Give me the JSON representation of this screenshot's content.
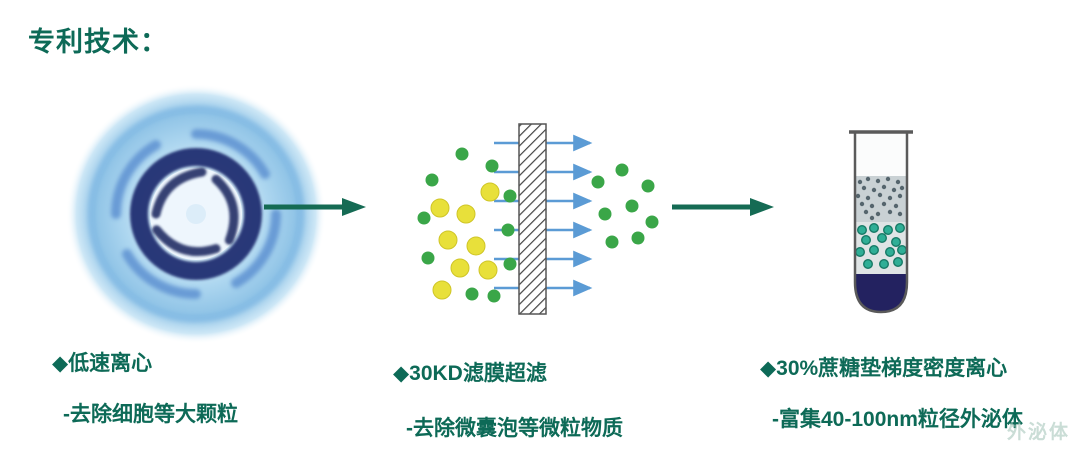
{
  "title": "专利技术：",
  "stages": [
    {
      "icon": "vortex-centrifuge-icon",
      "label": "◆低速离心",
      "sub": "-去除细胞等大颗粒"
    },
    {
      "icon": "membrane-filter-icon",
      "label": "◆30KD滤膜超滤",
      "sub": "-去除微囊泡等微粒物质"
    },
    {
      "icon": "density-gradient-tube-icon",
      "label": "◆30%蔗糖垫梯度密度离心",
      "sub": "-富集40-100nm粒径外泌体"
    }
  ],
  "flow_arrows": 2,
  "colors": {
    "text_accent": "#0d6a57",
    "flow_arrow_green": "#156b54",
    "membrane_arrow_blue": "#5b9bd5",
    "yellow_particle": "#e8e03a",
    "green_particle": "#3aa648",
    "tube_bottom_navy": "#232260",
    "tube_teal_particle": "#2fae96",
    "vortex_blue": "#8fc3e6"
  },
  "watermark": "外泌体"
}
